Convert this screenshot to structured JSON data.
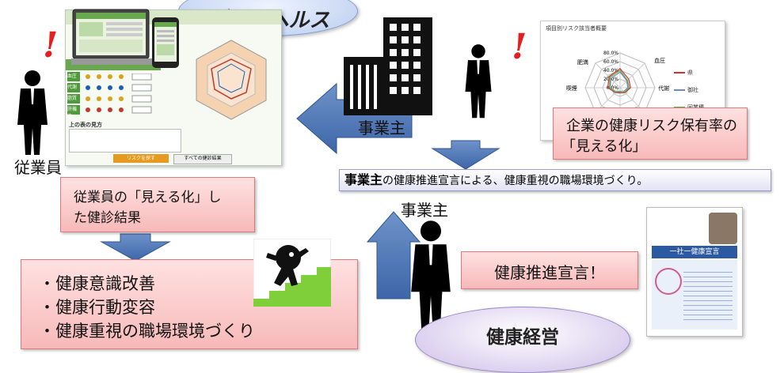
{
  "title_ellipse": "データヘルス",
  "bottom_ellipse": "健康経営",
  "employee_label": "従業員",
  "employer_label_top": "事業主",
  "employer_label_mid": "事業主",
  "visibility_rate_box": {
    "line1": "企業の健康リスク保有率の",
    "line2": "「見える化」"
  },
  "banner": {
    "emph": "事業主",
    "rest": "の健康推進宣言による、健康重視の職場環境づくり。"
  },
  "checkup_box": {
    "line1": "従業員の「見える化」し",
    "line2": "た健診結果"
  },
  "outcomes": [
    "・健康意識改善",
    "・健康行動変容",
    "・健康重視の職場環境づくり"
  ],
  "declaration_box": "健康推進宣言！",
  "exclamation": "!",
  "screen": {
    "legend_title": "上の表の見方",
    "button_risk": "リスクを探す",
    "button_all": "すべての健診結果",
    "rows": [
      "血圧",
      "代謝",
      "脂質",
      "肝機能"
    ]
  },
  "risk_chart": {
    "title": "項目別リスク該当者概要",
    "ticks": [
      "80.0%",
      "60.0%",
      "40.0%",
      "20.0%",
      "0.0%"
    ],
    "axes": [
      "血圧",
      "代謝",
      "喫煙",
      "肥満"
    ],
    "legend": [
      "県",
      "御社",
      "同業種"
    ],
    "colors": [
      "#cc3333",
      "#6b88c8",
      "#66aa44"
    ]
  },
  "poster": {
    "heading": "一社一健康宣言"
  }
}
